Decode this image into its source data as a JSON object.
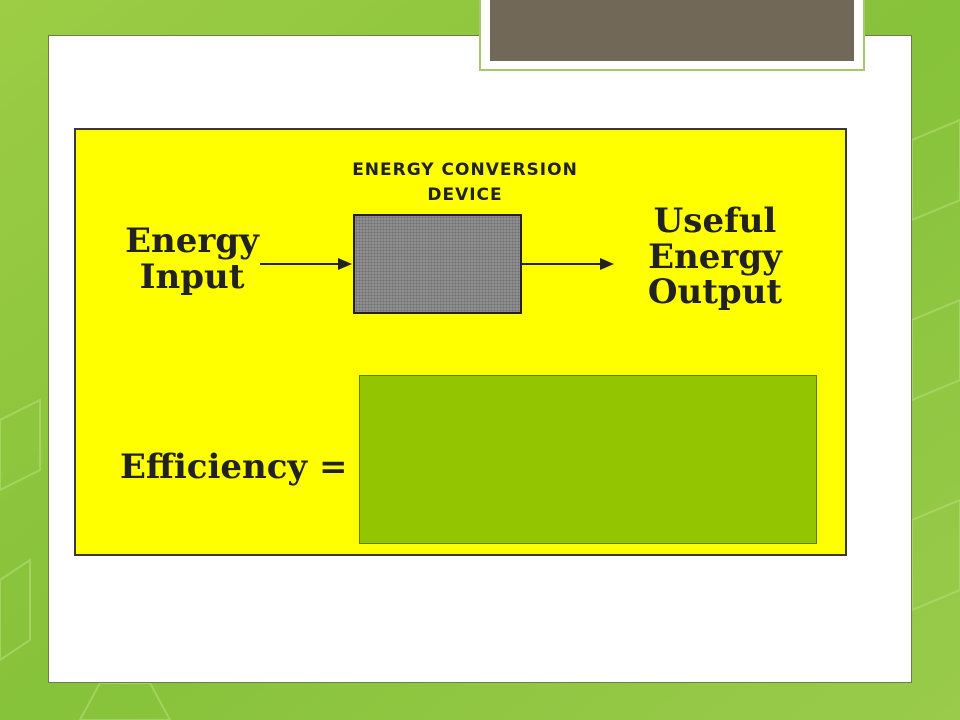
{
  "slide": {
    "device_label": "ENERGY CONVERSION\nDEVICE",
    "input_label": "Energy\nInput",
    "output_label": "Useful\nEnergy\nOutput",
    "efficiency_label": "Efficiency ="
  },
  "colors": {
    "background": "#8dc63f",
    "diagram_fill": "#ffff00",
    "device_fill": "#8f8f8f",
    "formula_box": "#94c600",
    "title_tab": "#716858"
  }
}
